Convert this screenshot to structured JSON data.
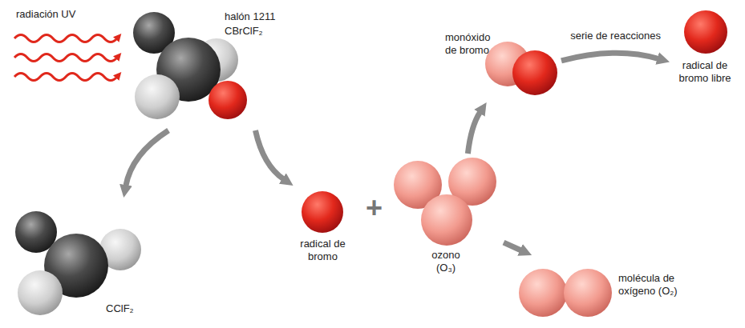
{
  "diagram": {
    "nodes": [
      {
        "text": [
          "halón 1211",
          "CBrClF₂"
        ]
      },
      {
        "text": [
          "CClF₂"
        ]
      },
      {
        "text": [
          "radical de bromo"
        ]
      },
      {
        "text": [
          "ozono (O₃)"
        ]
      },
      {
        "text": [
          "monóxido de bromo"
        ]
      },
      {
        "text": [
          "radical de bromo libre"
        ]
      },
      {
        "text": [
          "molécula de oxígeno (O₂)"
        ]
      }
    ],
    "edges": [
      {
        "from": 0,
        "to": 1,
        "arrow": "to"
      },
      {
        "from": 0,
        "to": 2,
        "arrow": "to"
      },
      {
        "from": 3,
        "to": 4,
        "arrow": "to"
      },
      {
        "from": 3,
        "to": 6,
        "arrow": "to"
      },
      {
        "from": 4,
        "to": 5,
        "label": "serie de reacciones",
        "arrow": "to"
      }
    ],
    "labels": [
      "radiación UV",
      "+"
    ]
  }
}
